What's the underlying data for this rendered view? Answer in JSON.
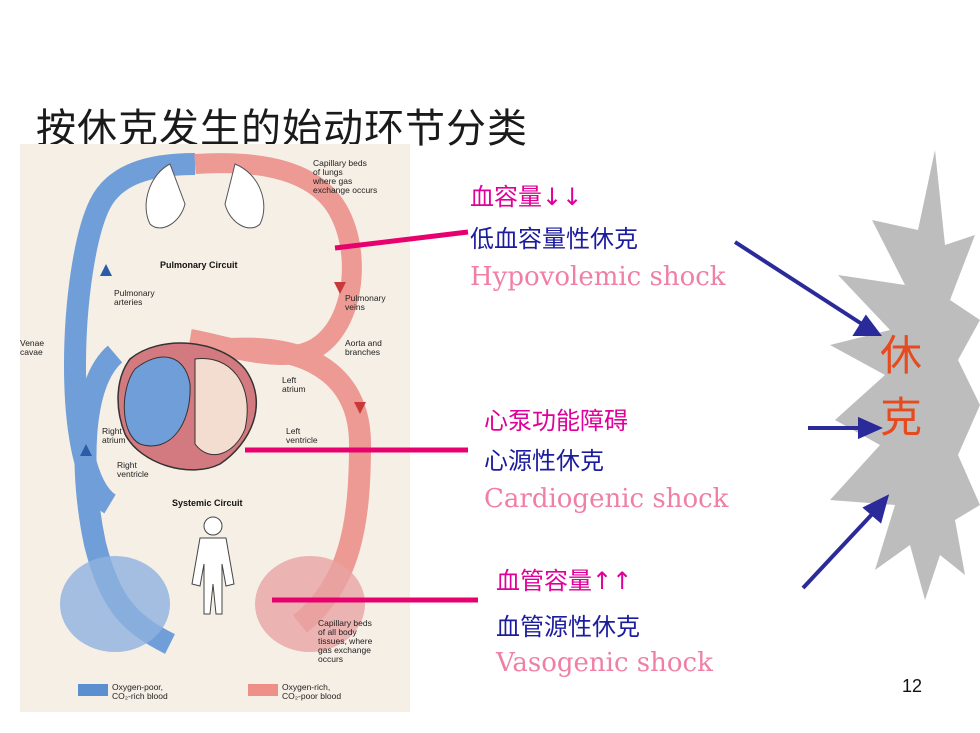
{
  "title": "按休克发生的始动环节分类",
  "diagram": {
    "labels": {
      "capillary_lungs": [
        "Capillary beds",
        "of lungs",
        "where gas",
        "exchange occurs"
      ],
      "pulmonary_circuit": "Pulmonary Circuit",
      "pulmonary_arteries": [
        "Pulmonary",
        "arteries"
      ],
      "pulmonary_veins": [
        "Pulmonary",
        "veins"
      ],
      "venae_cavae": [
        "Venae",
        "cavae"
      ],
      "aorta": [
        "Aorta and",
        "branches"
      ],
      "left_atrium": [
        "Left",
        "atrium"
      ],
      "right_atrium": [
        "Right",
        "atrium"
      ],
      "left_ventricle": [
        "Left",
        "ventricle"
      ],
      "right_ventricle": [
        "Right",
        "ventricle"
      ],
      "systemic_circuit": "Systemic Circuit",
      "capillary_body": [
        "Capillary beds",
        "of all body",
        "tissues, where",
        "gas exchange",
        "occurs"
      ],
      "legend_poor": [
        "Oxygen-poor,",
        "CO₂-rich blood"
      ],
      "legend_rich": [
        "Oxygen-rich,",
        "CO₂-poor blood"
      ]
    }
  },
  "groups": [
    {
      "cause": "血容量↓↓",
      "name_cn": "低血容量性休克",
      "name_en": "Hypovolemic shock"
    },
    {
      "cause": "心泵功能障碍",
      "name_cn": "心源性休克",
      "name_en": "Cardiogenic shock"
    },
    {
      "cause": "血管容量↑↑",
      "name_cn": "血管源性休克",
      "name_en": "Vasogenic shock"
    }
  ],
  "shock": {
    "char1": "休",
    "char2": "克"
  },
  "page_number": "12",
  "colors": {
    "oxygen_poor": "#5b8fd0",
    "oxygen_rich": "#ee8f88",
    "pointer": "#e8006e",
    "arrow": "#2a2a9a",
    "burst": "#bdbdbd"
  }
}
